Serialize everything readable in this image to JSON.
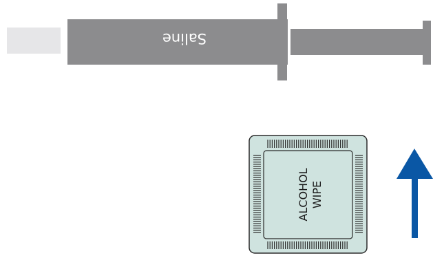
{
  "syringe": {
    "label": "Saline",
    "colors": {
      "barrel": "#8c8c8e",
      "tip": "#e6e6e8",
      "background": "#ffffff"
    }
  },
  "alcohol_wipe": {
    "line1": "ALCOHOL",
    "line2": "WIPE",
    "colors": {
      "fill": "#cfe3df",
      "outline": "#2b2b2b"
    }
  },
  "arrow": {
    "icon": "arrow-up-icon",
    "direction": "up",
    "color": "#0a57a5"
  }
}
